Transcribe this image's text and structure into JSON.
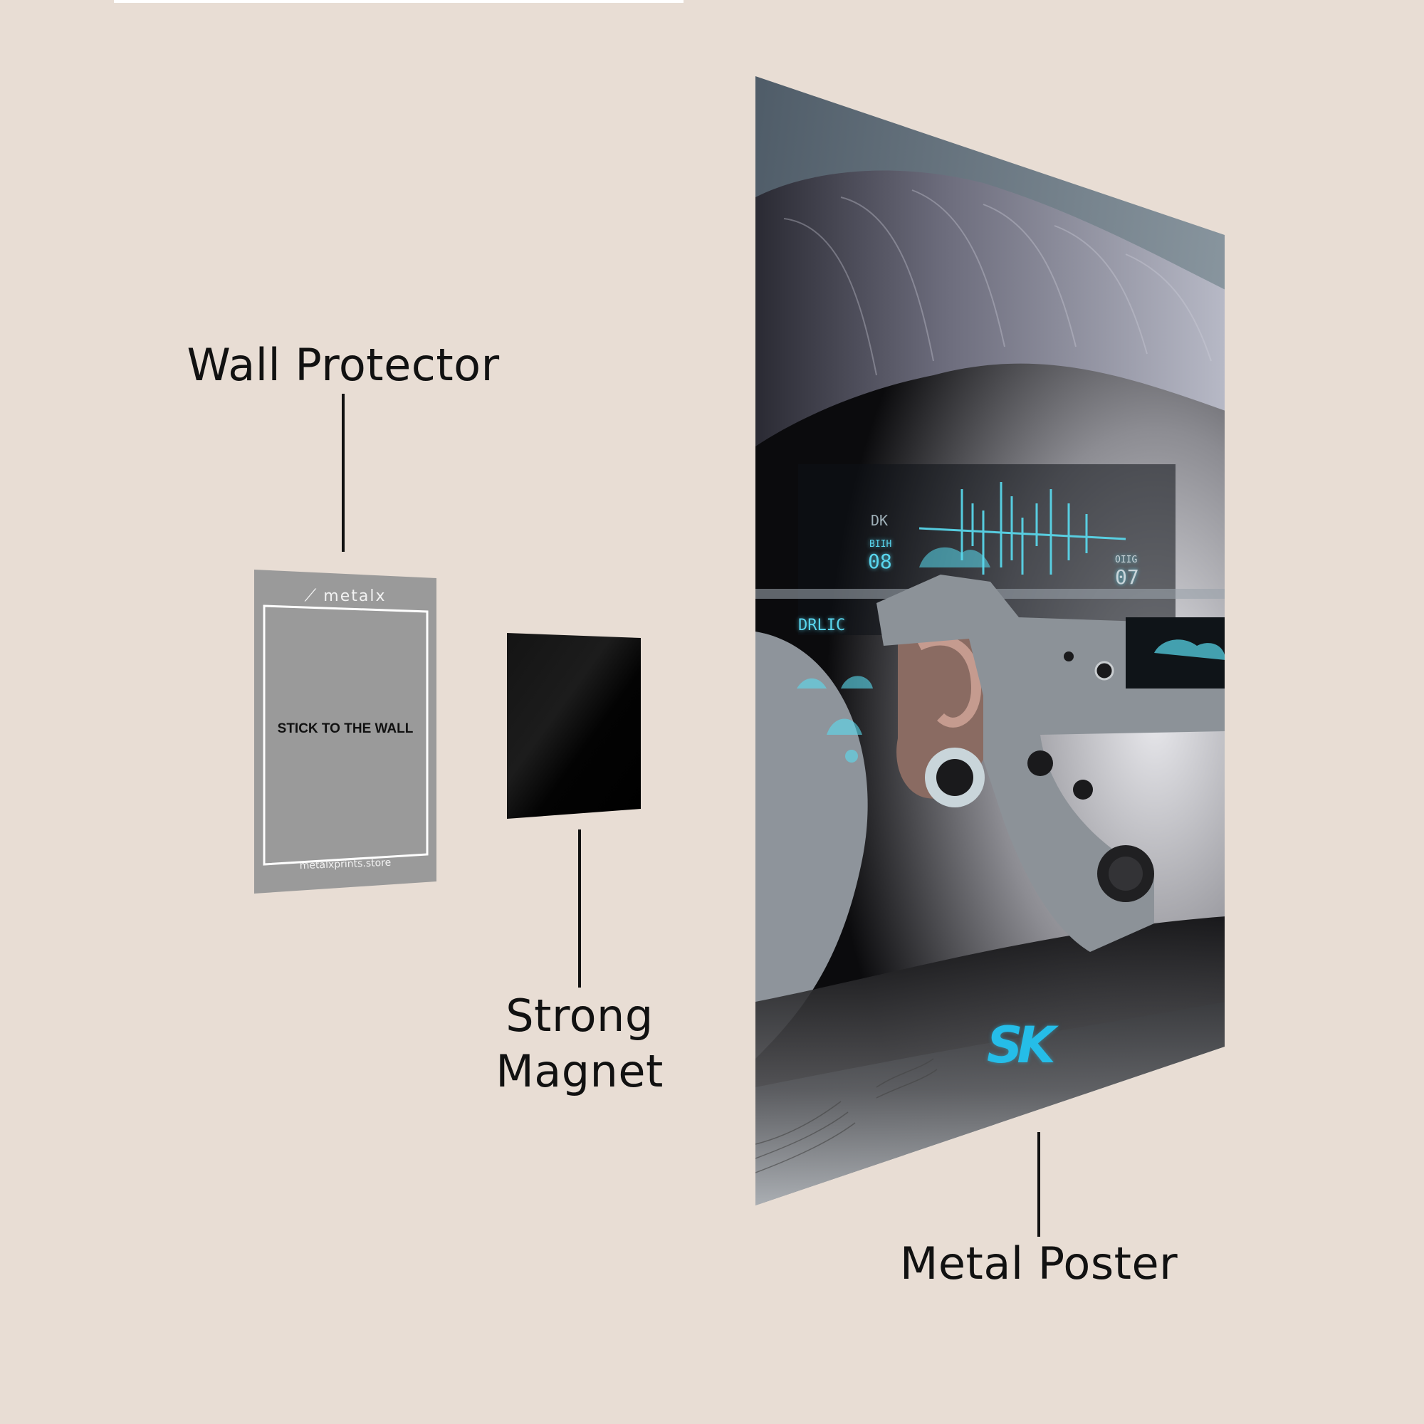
{
  "colors": {
    "background": "#E8DDD4",
    "protector_fill": "#9A9A9A",
    "magnet_fill": "#050505",
    "label_text": "#111111",
    "poster_accent": "#25BDE8"
  },
  "labels": {
    "wall_protector": "Wall Protector",
    "strong_magnet_line1": "Strong",
    "strong_magnet_line2": "Magnet",
    "metal_poster": "Metal Poster"
  },
  "wall_protector": {
    "logo_icon": "metalx-logo-icon",
    "logo_text": "metalx",
    "instruction": "STICK TO THE WALL",
    "website": "metalxprints.store"
  },
  "magnet": {
    "description": "black square magnet"
  },
  "poster": {
    "hud_text_1": "DK",
    "hud_text_2": "BIIH",
    "hud_number_1": "08",
    "hud_text_3": "OIIG",
    "hud_number_2": "07",
    "hud_label": "DRLIC",
    "signature": "SK"
  }
}
